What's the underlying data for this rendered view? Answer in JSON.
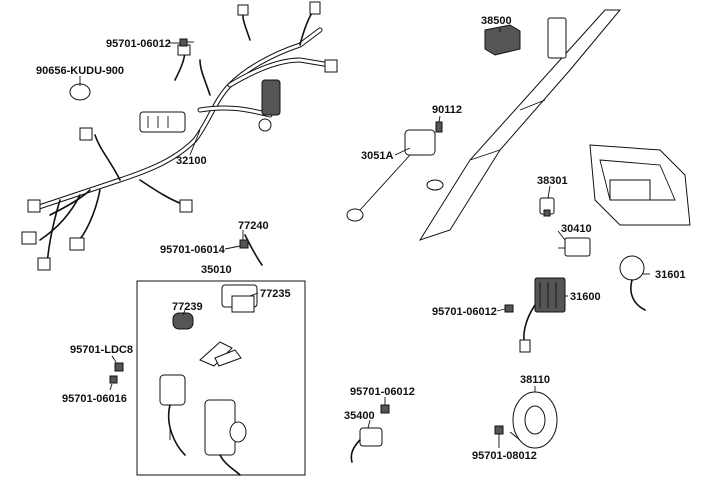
{
  "diagram": {
    "labels": [
      {
        "id": "l95701_06012_a",
        "text": "95701-06012"
      },
      {
        "id": "l90656",
        "text": "90656-KUDU-900"
      },
      {
        "id": "l32100",
        "text": "32100"
      },
      {
        "id": "l77240",
        "text": "77240"
      },
      {
        "id": "l95701_06014",
        "text": "95701-06014"
      },
      {
        "id": "l35010",
        "text": "35010"
      },
      {
        "id": "l77235",
        "text": "77235"
      },
      {
        "id": "l77239",
        "text": "77239"
      },
      {
        "id": "l95701_ldc8",
        "text": "95701-LDC8"
      },
      {
        "id": "l95701_06016",
        "text": "95701-06016"
      },
      {
        "id": "l38500",
        "text": "38500"
      },
      {
        "id": "l90112",
        "text": "90112"
      },
      {
        "id": "l3051a",
        "text": "3051A"
      },
      {
        "id": "l38301",
        "text": "38301"
      },
      {
        "id": "l30410",
        "text": "30410"
      },
      {
        "id": "l31601",
        "text": "31601"
      },
      {
        "id": "l95701_06012_b",
        "text": "95701-06012"
      },
      {
        "id": "l31600",
        "text": "31600"
      },
      {
        "id": "l95701_06012_c",
        "text": "95701-06012"
      },
      {
        "id": "l35400",
        "text": "35400"
      },
      {
        "id": "l38110",
        "text": "38110"
      },
      {
        "id": "l95701_08012",
        "text": "95701-08012"
      }
    ]
  }
}
